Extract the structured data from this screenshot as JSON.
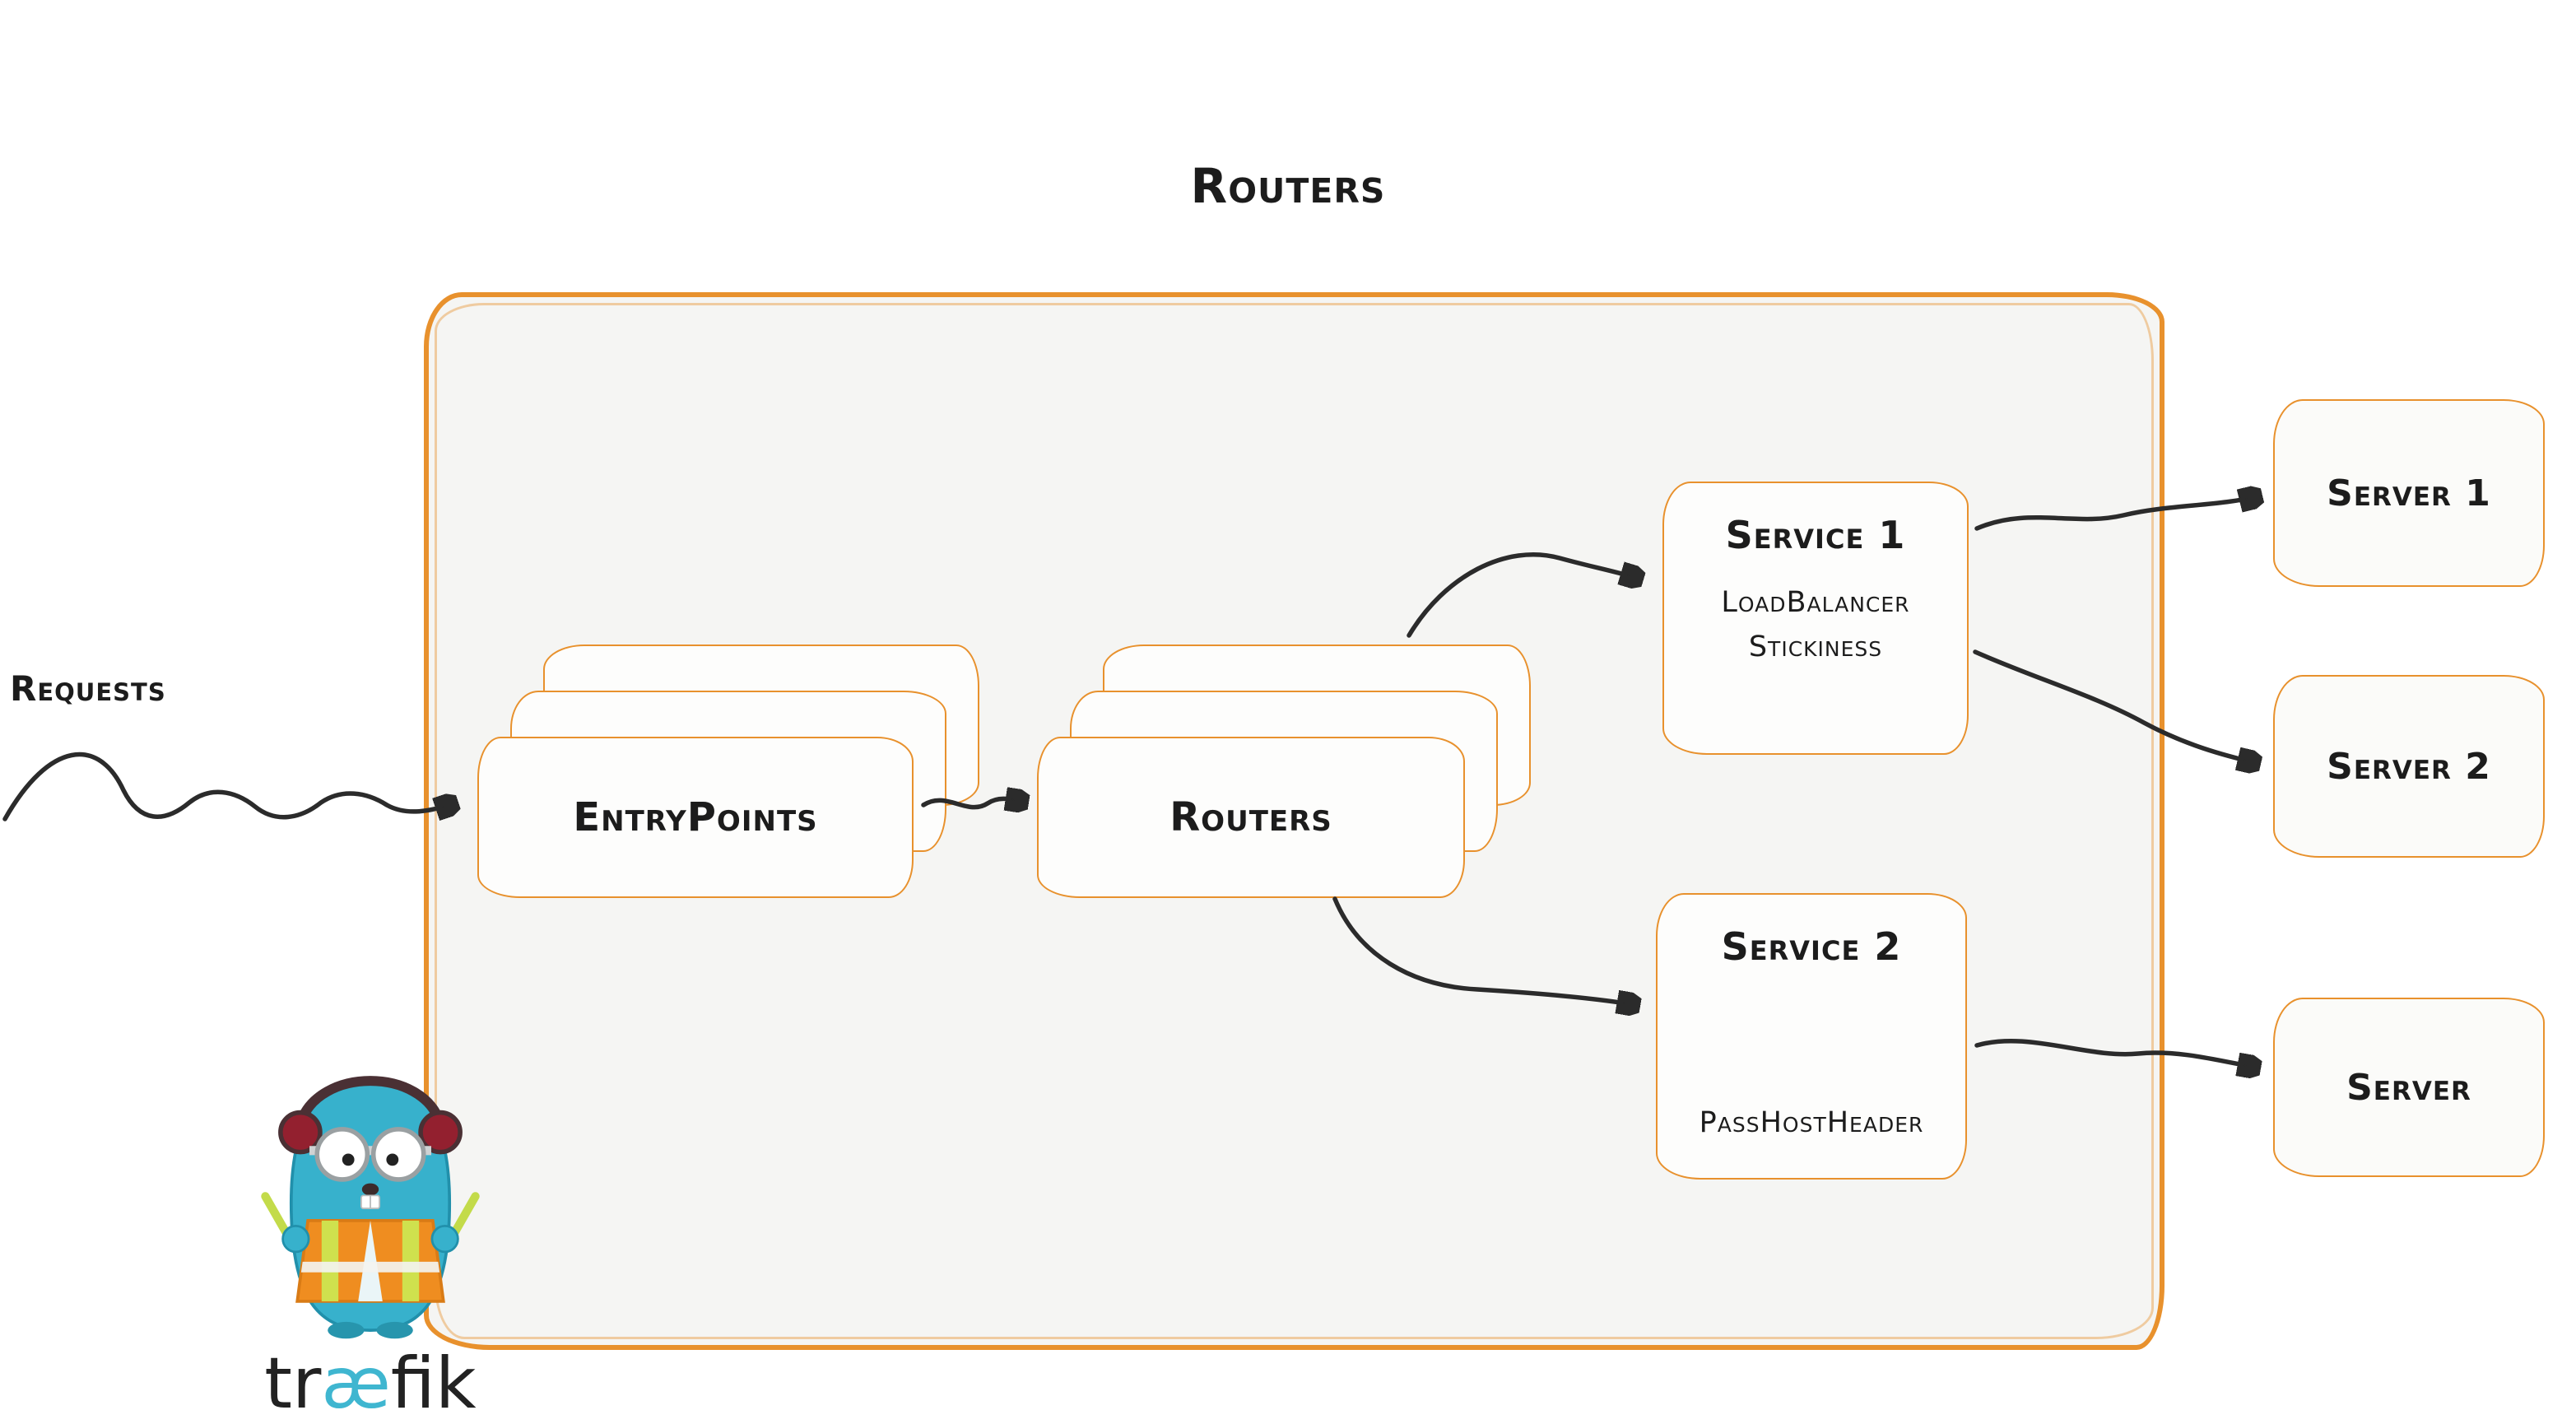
{
  "title": "Routers",
  "requests": {
    "label": "Requests"
  },
  "entrypoints": {
    "label": "EntryPoints"
  },
  "routers": {
    "label": "Routers"
  },
  "service1": {
    "title": "Service 1",
    "lines": [
      "LoadBalancer",
      "Stickiness"
    ]
  },
  "service2": {
    "title": "Service 2",
    "lines": [
      "PassHostHeader"
    ]
  },
  "servers": [
    {
      "label": "Server 1"
    },
    {
      "label": "Server 2"
    },
    {
      "label": "Server"
    }
  ],
  "logo": {
    "prefix": "tr",
    "ligature": "æ",
    "suffix": "fik"
  },
  "colors": {
    "orange": "#e8912d",
    "boundary-fill": "#f5f5f3",
    "card-fill": "#fdfdfc",
    "arrow": "#2b2b2b",
    "ink": "#1c1c1c",
    "logo-teal": "#31a7c4",
    "logo-ae": "#3fb6d0"
  }
}
